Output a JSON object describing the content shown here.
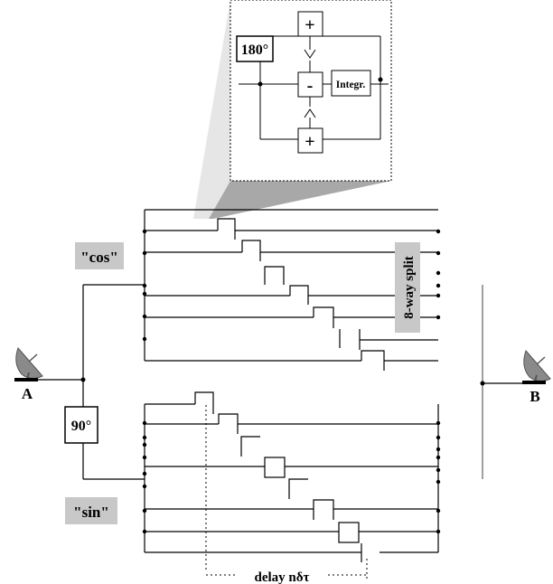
{
  "labels": {
    "node_a": "A",
    "node_b": "B",
    "phase_90": "90°",
    "phase_180": "180°",
    "cos_branch": "\"cos\"",
    "sin_branch": "\"sin\"",
    "split": "8-way split",
    "integrator": "Integr.",
    "delay": "delay nδτ",
    "plus_top": "+",
    "minus": "-",
    "plus_bottom": "+"
  },
  "colors": {
    "line": "#000000",
    "label_fill": "#c8c8c8",
    "zoom_light": "#e6e6e6",
    "zoom_dark": "#a8a8a8"
  },
  "icons": [
    "antenna-dish-a-icon",
    "antenna-dish-b-icon"
  ]
}
